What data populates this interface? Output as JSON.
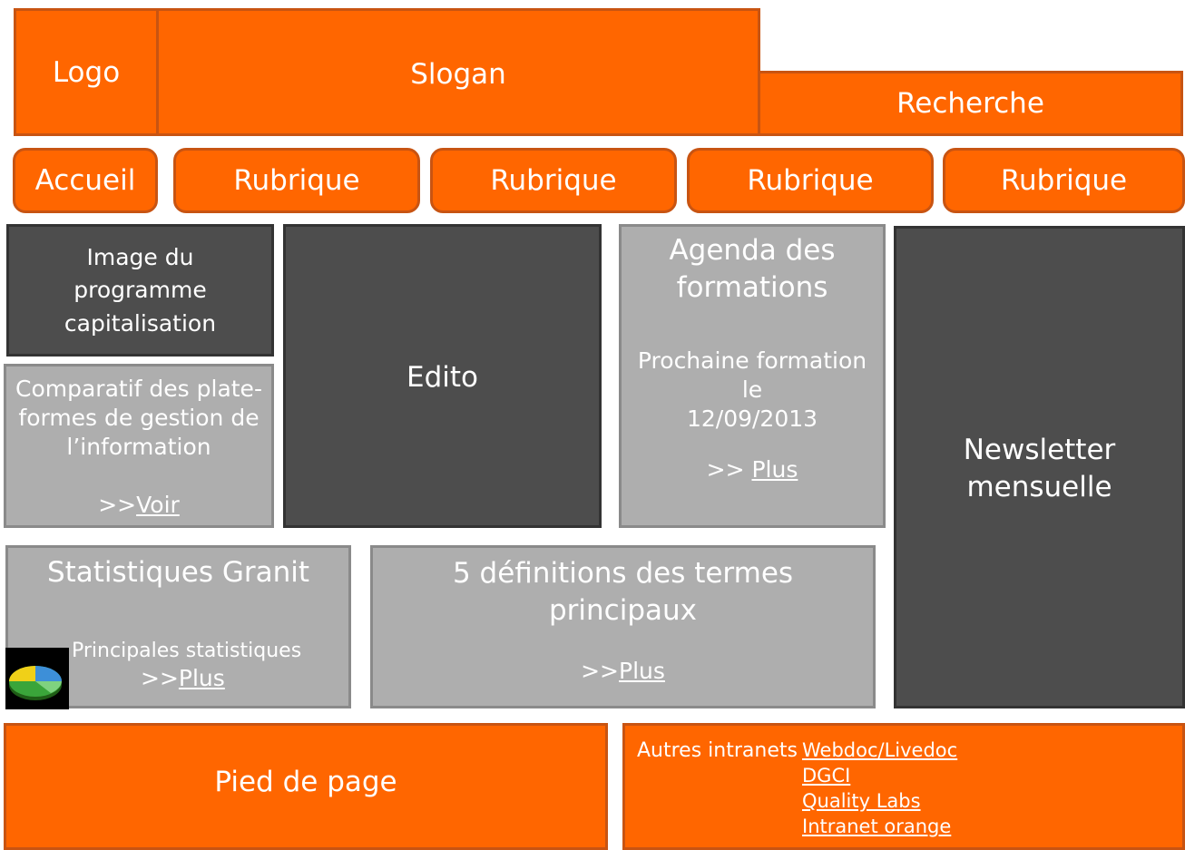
{
  "header": {
    "logo": "Logo",
    "slogan": "Slogan",
    "search": "Recherche"
  },
  "nav": {
    "items": [
      "Accueil",
      "Rubrique",
      "Rubrique",
      "Rubrique",
      "Rubrique"
    ]
  },
  "image_programme": {
    "line1": "Image  du",
    "line2": "programme",
    "line3": "capitalisation"
  },
  "comparatif": {
    "line1": "Comparatif des plate-",
    "line2": "formes de gestion de",
    "line3": "l’information",
    "link_prefix": ">>",
    "link_label": "Voir"
  },
  "edito": {
    "label": "Edito"
  },
  "agenda": {
    "title1": "Agenda des",
    "title2": "formations",
    "next1": "Prochaine formation",
    "next2": "le",
    "date": "12/09/2013",
    "link_prefix": ">> ",
    "link_label": "Plus"
  },
  "newsletter": {
    "line1": "Newsletter",
    "line2": "mensuelle"
  },
  "stats": {
    "title": "Statistiques Granit",
    "subtitle": "Principales statistiques",
    "link_prefix": ">>",
    "link_label": "Plus",
    "icon": "pie-chart-icon"
  },
  "definitions": {
    "title1": "5 définitions des termes",
    "title2": "principaux",
    "link_prefix": ">>",
    "link_label": "Plus"
  },
  "footer": {
    "label": "Pied de page",
    "other_label": "Autres intranets",
    "links": [
      "Webdoc/Livedoc",
      "DGCI",
      "Quality Labs",
      "Intranet orange"
    ]
  },
  "colors": {
    "orange": "#ff6600",
    "dark_panel": "#4d4d4d",
    "light_panel": "#aeaeae"
  }
}
